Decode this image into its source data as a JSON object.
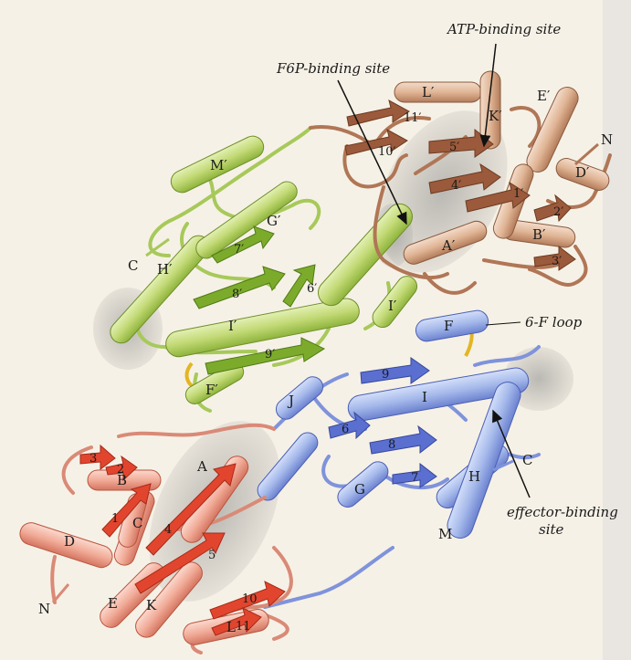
{
  "annotations": {
    "atp_binding_site": "ATP-binding site",
    "f6p_binding_site": "F6P-binding site",
    "loop_6f": "6-F loop",
    "effector_binding_line1": "effector-binding",
    "effector_binding_line2": "site"
  },
  "termini": {
    "n_brown": "N",
    "c_green": "C",
    "c_blue": "C",
    "n_red": "N"
  },
  "green_subunit": {
    "helices": [
      "M′",
      "H′",
      "G′",
      "I′",
      "I′",
      "F′"
    ],
    "strands": [
      "7′",
      "8′",
      "6′",
      "9′"
    ]
  },
  "brown_subunit": {
    "helices": [
      "L′",
      "E′",
      "K′",
      "D′",
      "B′",
      "A′"
    ],
    "strands": [
      "11′",
      "10′",
      "5′",
      "4′",
      "1′",
      "2′",
      "3′"
    ]
  },
  "blue_subunit": {
    "helices": [
      "F",
      "I",
      "J",
      "G",
      "H",
      "M"
    ],
    "strands": [
      "9",
      "6",
      "8",
      "7"
    ]
  },
  "red_subunit": {
    "helices": [
      "B",
      "A",
      "C",
      "D",
      "E",
      "K",
      "L"
    ],
    "strands": [
      "3",
      "2",
      "1",
      "4",
      "5",
      "10",
      "11"
    ]
  },
  "colors": {
    "background": "#f6f1e6",
    "green_light": "#c5dc7a",
    "green_dark": "#7cab2c",
    "brown_light": "#e7c3a8",
    "brown_dark": "#9b5a3b",
    "blue_light": "#a9bdeb",
    "blue_dark": "#5a6fd0",
    "red_light": "#f2b3a3",
    "red_dark": "#e2452e",
    "loop_yellow": "#e2b623",
    "site_shadow": "#8d8d8d"
  }
}
